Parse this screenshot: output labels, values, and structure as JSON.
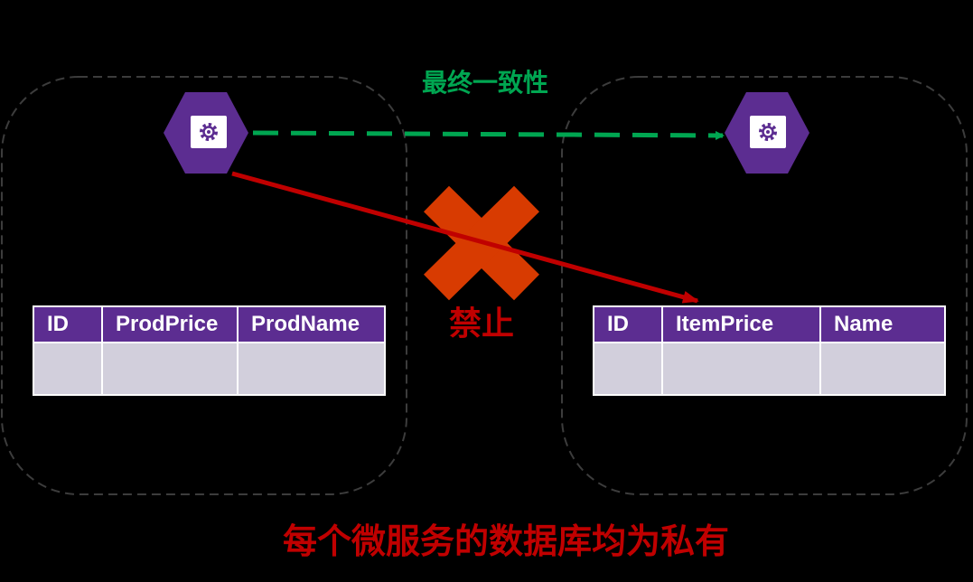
{
  "eventual_consistency_label": "最终一致性",
  "forbidden_label": "禁止",
  "caption": "每个微服务的数据库均为私有",
  "colors": {
    "background": "#000000",
    "service_hexagon": "#5c2d91",
    "table_header": "#5c2d91",
    "table_body": "#d2cfdc",
    "consistency_arrow": "#00a651",
    "forbidden_arrow": "#c00000",
    "forbidden_cross": "#d83b01",
    "caption_text": "#c00000",
    "boundary_dash": "#3c3c3c"
  },
  "icons": {
    "service_left": "gear-icon",
    "service_right": "gear-icon",
    "forbidden": "cross-icon"
  },
  "left_table": {
    "headers": [
      "ID",
      "ProdPrice",
      "ProdName"
    ],
    "rows": [
      [
        "",
        "",
        ""
      ]
    ]
  },
  "right_table": {
    "headers": [
      "ID",
      "ItemPrice",
      "Name"
    ],
    "rows": [
      [
        "",
        "",
        ""
      ]
    ]
  }
}
